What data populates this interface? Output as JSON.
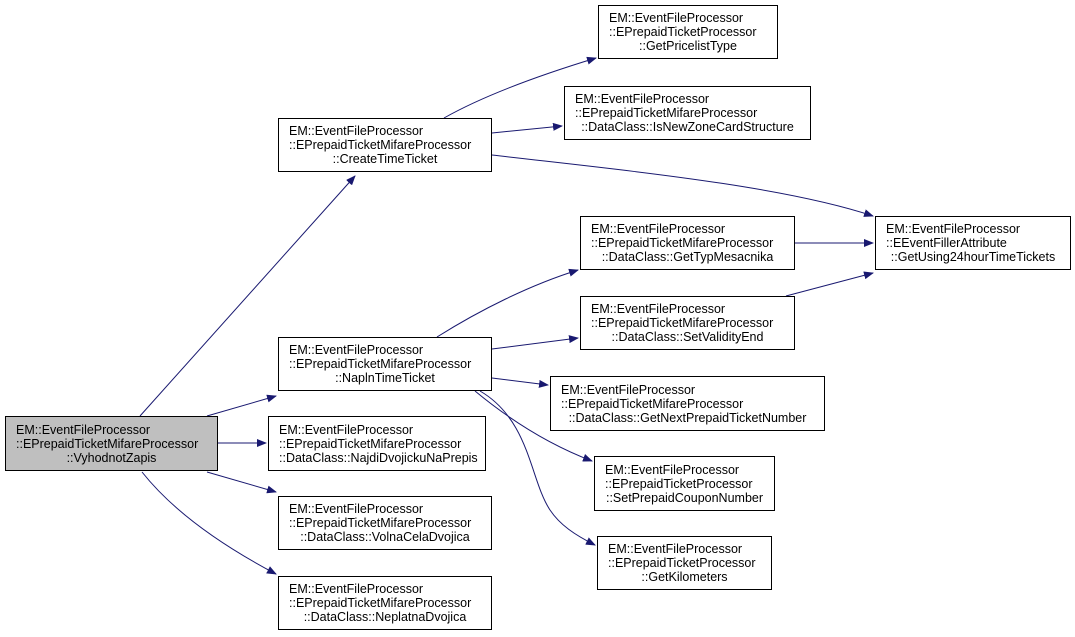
{
  "diagram": {
    "type": "call-graph",
    "colors": {
      "edge": "#191970",
      "root_fill": "#bfbfbf",
      "node_fill": "#ffffff",
      "border": "#000000"
    },
    "nodes": [
      {
        "id": "root",
        "lines": [
          "EM::EventFileProcessor",
          "::EPrepaidTicketMifareProcessor",
          "::VyhodnotZapis"
        ],
        "root": true
      },
      {
        "id": "create",
        "lines": [
          "EM::EventFileProcessor",
          "::EPrepaidTicketMifareProcessor",
          "::CreateTimeTicket"
        ]
      },
      {
        "id": "napln",
        "lines": [
          "EM::EventFileProcessor",
          "::EPrepaidTicketMifareProcessor",
          "::NaplnTimeTicket"
        ]
      },
      {
        "id": "najdi",
        "lines": [
          "EM::EventFileProcessor",
          "::EPrepaidTicketMifareProcessor",
          "::DataClass::NajdiDvojickuNaPrepis"
        ]
      },
      {
        "id": "volna",
        "lines": [
          "EM::EventFileProcessor",
          "::EPrepaidTicketMifareProcessor",
          "::DataClass::VolnaCelaDvojica"
        ]
      },
      {
        "id": "neplatna",
        "lines": [
          "EM::EventFileProcessor",
          "::EPrepaidTicketMifareProcessor",
          "::DataClass::NeplatnaDvojica"
        ]
      },
      {
        "id": "pricelist",
        "lines": [
          "EM::EventFileProcessor",
          "::EPrepaidTicketProcessor",
          "::GetPricelistType"
        ]
      },
      {
        "id": "newzone",
        "lines": [
          "EM::EventFileProcessor",
          "::EPrepaidTicketMifareProcessor",
          "::DataClass::IsNewZoneCardStructure"
        ]
      },
      {
        "id": "using24",
        "lines": [
          "EM::EventFileProcessor",
          "::EEventFillerAttribute",
          "::GetUsing24hourTimeTickets"
        ]
      },
      {
        "id": "typmes",
        "lines": [
          "EM::EventFileProcessor",
          "::EPrepaidTicketMifareProcessor",
          "::DataClass::GetTypMesacnika"
        ]
      },
      {
        "id": "validity",
        "lines": [
          "EM::EventFileProcessor",
          "::EPrepaidTicketMifareProcessor",
          "::DataClass::SetValidityEnd"
        ]
      },
      {
        "id": "nextnum",
        "lines": [
          "EM::EventFileProcessor",
          "::EPrepaidTicketMifareProcessor",
          "::DataClass::GetNextPrepaidTicketNumber"
        ]
      },
      {
        "id": "coupon",
        "lines": [
          "EM::EventFileProcessor",
          "::EPrepaidTicketProcessor",
          "::SetPrepaidCouponNumber"
        ]
      },
      {
        "id": "km",
        "lines": [
          "EM::EventFileProcessor",
          "::EPrepaidTicketProcessor",
          "::GetKilometers"
        ]
      }
    ],
    "edges": [
      [
        "root",
        "create"
      ],
      [
        "root",
        "napln"
      ],
      [
        "root",
        "najdi"
      ],
      [
        "root",
        "volna"
      ],
      [
        "root",
        "neplatna"
      ],
      [
        "create",
        "pricelist"
      ],
      [
        "create",
        "newzone"
      ],
      [
        "create",
        "using24"
      ],
      [
        "napln",
        "typmes"
      ],
      [
        "napln",
        "validity"
      ],
      [
        "napln",
        "nextnum"
      ],
      [
        "napln",
        "coupon"
      ],
      [
        "napln",
        "km"
      ],
      [
        "typmes",
        "using24"
      ],
      [
        "validity",
        "using24"
      ]
    ]
  }
}
